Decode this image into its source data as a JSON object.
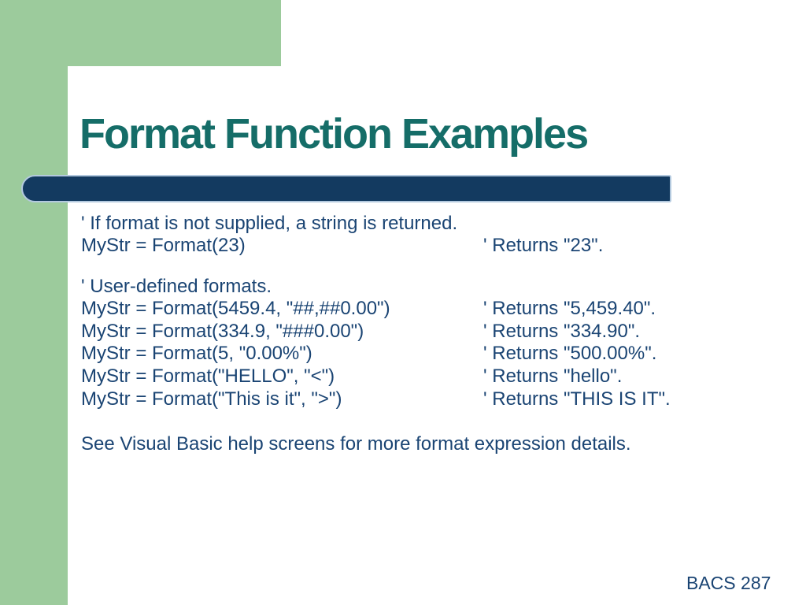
{
  "title": {
    "text": "Format Function Examples"
  },
  "colors": {
    "background_green": "#9ccb9c",
    "title_teal": "#156d68",
    "bar_navy": "#133a60",
    "bar_outline": "#b3c9de",
    "body_text_navy": "#1a4473"
  },
  "body": {
    "lines": [
      {
        "left": "' If format is not supplied, a string is returned.",
        "right": ""
      },
      {
        "left": "MyStr = Format(23)",
        "right": "' Returns \"23\"."
      },
      {
        "left": "",
        "right": ""
      },
      {
        "left": "' User-defined formats.",
        "right": ""
      },
      {
        "left": "MyStr = Format(5459.4, \"##,##0.00\")",
        "right": "' Returns \"5,459.40\"."
      },
      {
        "left": "MyStr = Format(334.9, \"###0.00\")",
        "right": "' Returns \"334.90\"."
      },
      {
        "left": "MyStr = Format(5, \"0.00%\")",
        "right": "' Returns \"500.00%\"."
      },
      {
        "left": "MyStr = Format(\"HELLO\", \"<\")",
        "right": "' Returns \"hello\"."
      },
      {
        "left": "MyStr = Format(\"This is it\", \">\")",
        "right": "' Returns \"THIS IS IT\"."
      },
      {
        "left": "",
        "right": ""
      },
      {
        "left": "See Visual Basic help screens for more format expression details.",
        "right": ""
      }
    ]
  },
  "footer": {
    "text": "BACS 287"
  }
}
